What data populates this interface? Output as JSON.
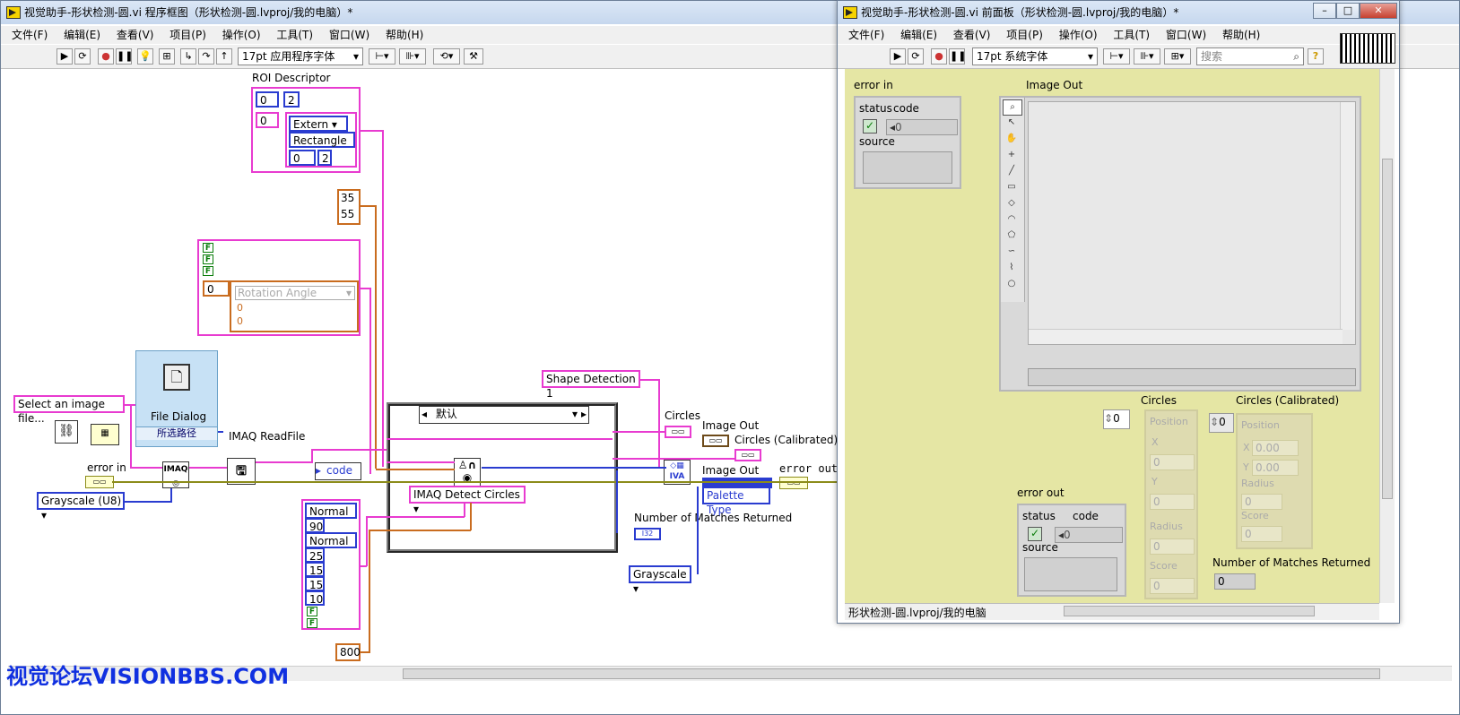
{
  "block_diagram": {
    "title": "视觉助手-形状检测-圆.vi 程序框图（形状检测-圆.lvproj/我的电脑）*",
    "menu": [
      "文件(F)",
      "编辑(E)",
      "查看(V)",
      "项目(P)",
      "操作(O)",
      "工具(T)",
      "窗口(W)",
      "帮助(H)"
    ],
    "font": "17pt 应用程序字体",
    "roi_label": "ROI Descriptor",
    "roi_values": {
      "a": "0",
      "b": "2",
      "c": "0",
      "extern": "Extern",
      "rect": "Rectangle",
      "d": "0",
      "e": "2"
    },
    "num_35": "35",
    "num_55": "55",
    "rotation_angle": "Rotation Angle",
    "rot_0a": "0",
    "rot_0b": "0",
    "rot_0c": "0",
    "bool_f": "F",
    "file_dialog": "File Dialog",
    "file_dialog_path": "所选路径",
    "select_image": "Select an image file...",
    "imaq_readfile": "IMAQ ReadFile",
    "error_in": "error in",
    "grayscale_u8": "Grayscale (U8)",
    "imaq_label": "IMAQ",
    "code_label": "code",
    "case_selector": "默认",
    "detect_circles": "IMAQ Detect Circles",
    "shape_detection": "Shape Detection 1",
    "circles": "Circles",
    "image_out": "Image Out",
    "circles_calibrated": "Circles (Calibrated)",
    "image_out_2": "Image Out",
    "error_out": "error out",
    "palette_type": "Palette Type",
    "num_matches": "Number of Matches Returned",
    "i32": "I32",
    "grayscale": "Grayscale",
    "ivа": "IVA",
    "normal_1": "Normal",
    "v90": "90",
    "normal_2": "Normal",
    "v25": "25",
    "v15a": "15",
    "v15b": "15",
    "v10": "10",
    "v800": "800",
    "watermark": "视觉论坛VISIONBBS.COM"
  },
  "front_panel": {
    "title": "视觉助手-形状检测-圆.vi 前面板（形状检测-圆.lvproj/我的电脑）*",
    "menu": [
      "文件(F)",
      "编辑(E)",
      "查看(V)",
      "项目(P)",
      "操作(O)",
      "工具(T)",
      "窗口(W)",
      "帮助(H)"
    ],
    "font": "17pt 系统字体",
    "search_placeholder": "搜索",
    "error_in": {
      "label": "error in",
      "status": "status",
      "code": "code",
      "code_value": "0",
      "source": "source"
    },
    "image_out": "Image Out",
    "circles": {
      "label": "Circles",
      "index": "0",
      "position": "Position",
      "x": "X",
      "x_val": "0",
      "y": "Y",
      "y_val": "0",
      "radius": "Radius",
      "radius_val": "0",
      "score": "Score",
      "score_val": "0"
    },
    "circles_cal": {
      "label": "Circles (Calibrated)",
      "index": "0",
      "position": "Position",
      "x": "X",
      "x_val": "0.00",
      "y": "Y",
      "y_val": "0.00",
      "radius": "Radius",
      "radius_val": "0",
      "score": "Score",
      "score_val": "0"
    },
    "error_out": {
      "label": "error out",
      "status": "status",
      "code": "code",
      "code_value": "0",
      "source": "source"
    },
    "num_matches": {
      "label": "Number of Matches Returned",
      "value": "0"
    },
    "status_path": "形状检测-圆.lvproj/我的电脑"
  }
}
